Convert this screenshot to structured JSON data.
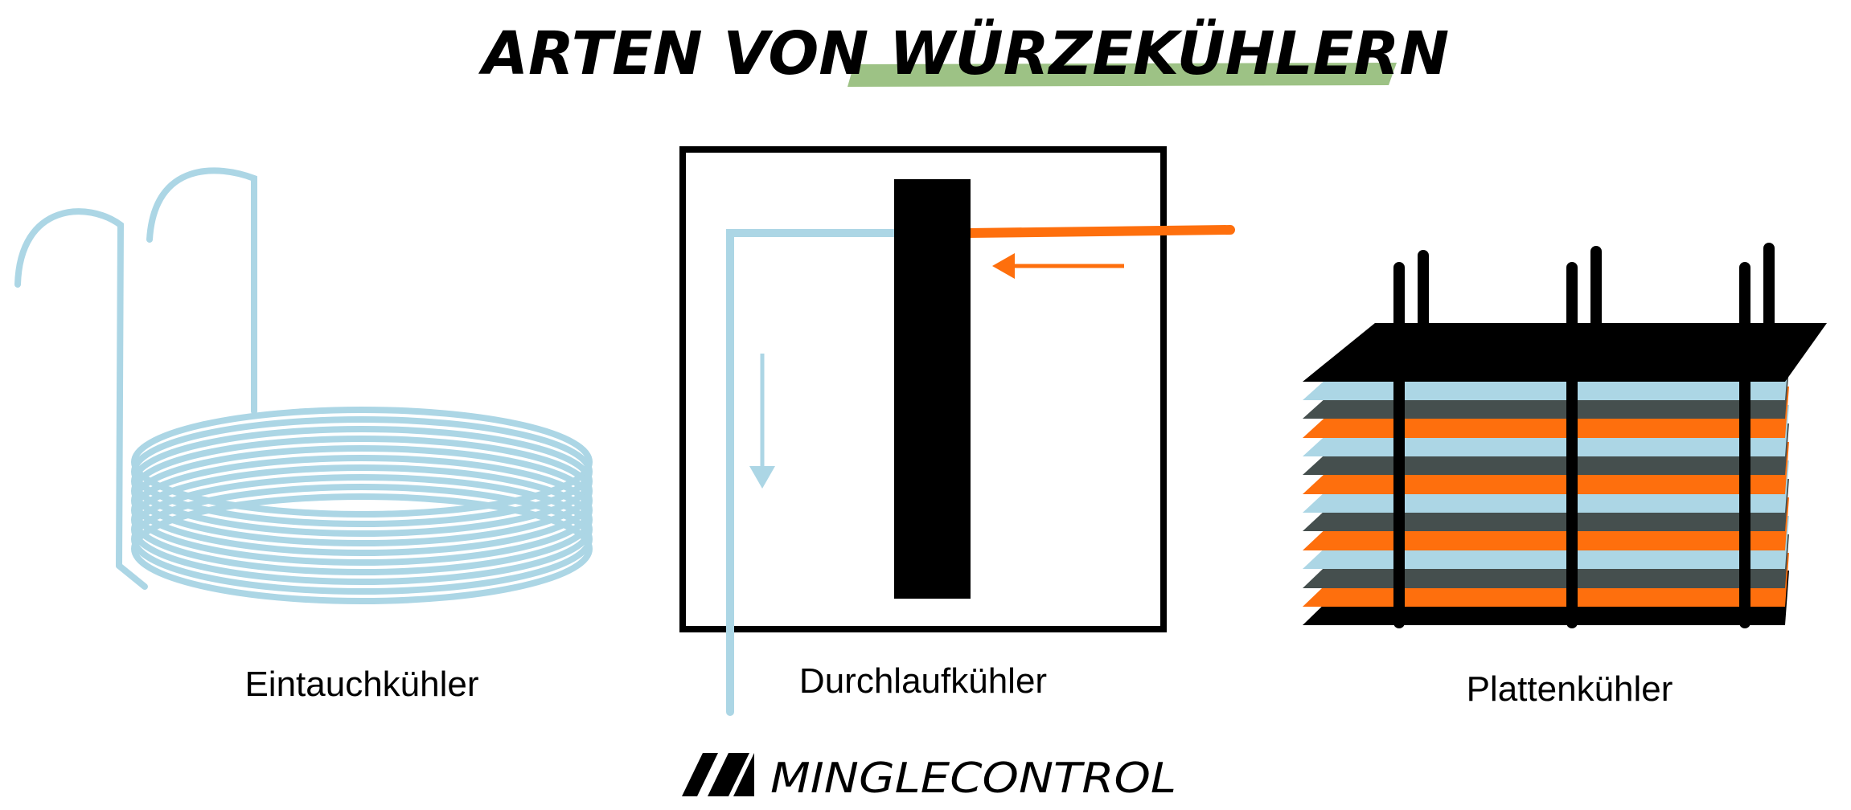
{
  "title": {
    "part1": "ARTEN VON ",
    "part2": "WÜRZEKÜHLERN"
  },
  "coolers": [
    {
      "label": "Eintauchkühler"
    },
    {
      "label": "Durchlaufkühler"
    },
    {
      "label": "Plattenkühler"
    }
  ],
  "brand": {
    "name": "MINGLECONTROL",
    "logo_icon": "mingle-m-logo-icon"
  },
  "colors": {
    "highlight": "#9dc285",
    "cold": "#acd6e5",
    "hot": "#fe6f0d",
    "dark": "#000000",
    "gray": "#454f4e"
  }
}
